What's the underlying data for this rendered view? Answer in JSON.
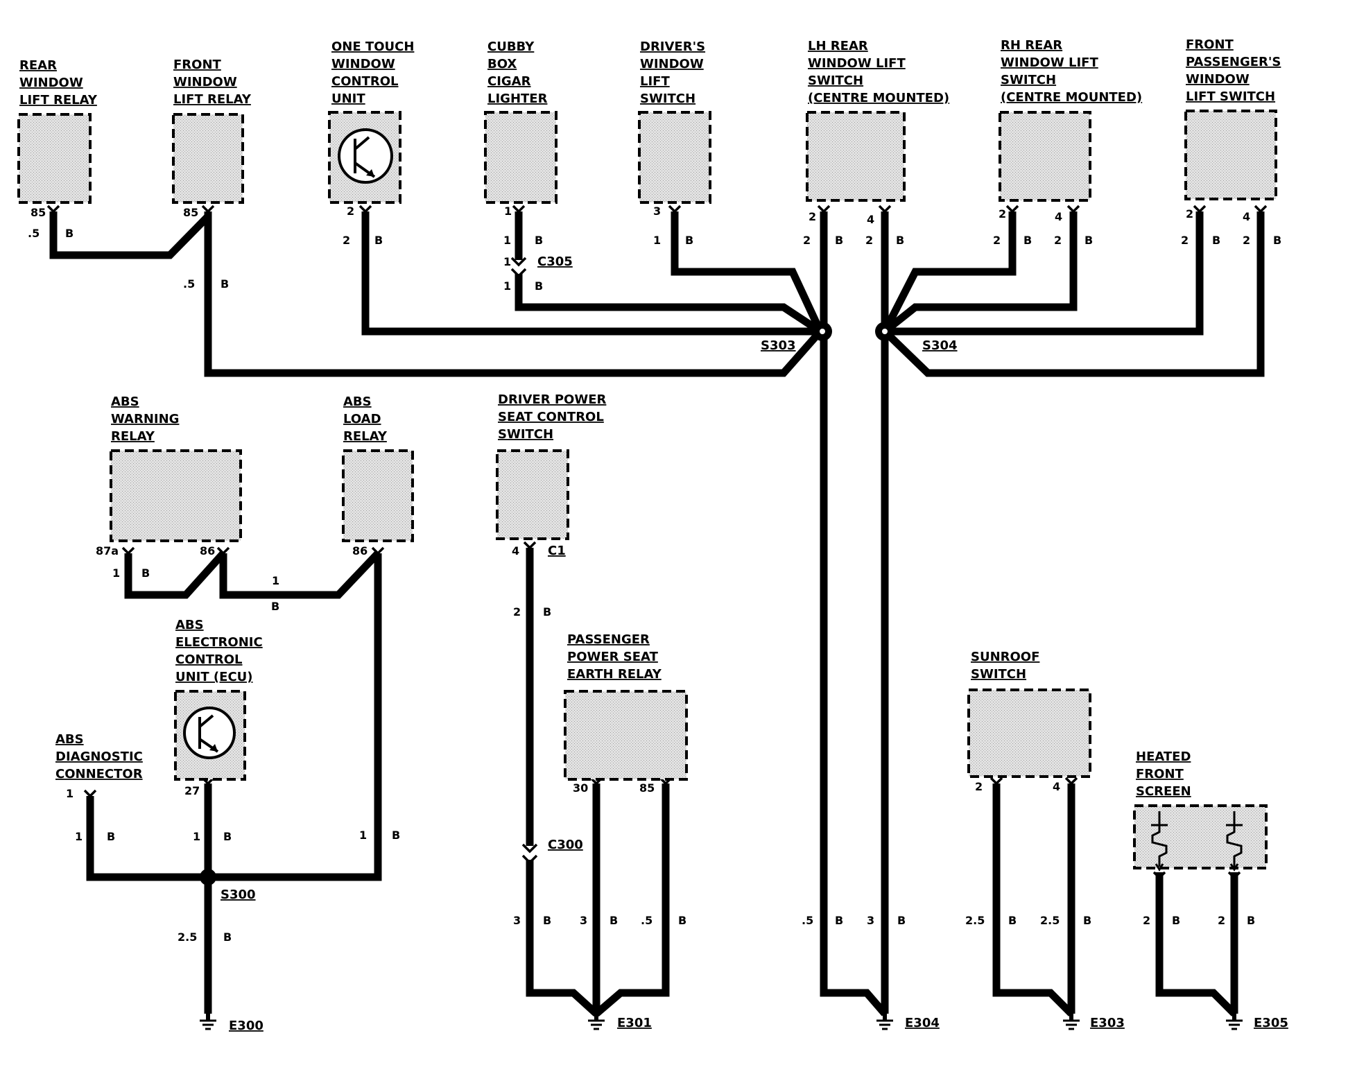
{
  "components": {
    "rear_relay": {
      "lines": [
        "REAR",
        "WINDOW",
        "LIFT RELAY"
      ],
      "pin": "85"
    },
    "front_relay": {
      "lines": [
        "FRONT",
        "WINDOW",
        "LIFT RELAY"
      ],
      "pin": "85"
    },
    "one_touch": {
      "lines": [
        "ONE TOUCH",
        "WINDOW",
        "CONTROL",
        "UNIT"
      ],
      "pin": "2"
    },
    "cubby": {
      "lines": [
        "CUBBY",
        "BOX",
        "CIGAR",
        "LIGHTER"
      ],
      "pin": "1"
    },
    "drivers_switch": {
      "lines": [
        "DRIVER'S",
        "WINDOW",
        "LIFT",
        "SWITCH"
      ],
      "pin": "3"
    },
    "lh_rear": {
      "lines": [
        "LH REAR",
        "WINDOW LIFT",
        "SWITCH",
        "(CENTRE MOUNTED)"
      ],
      "pins": [
        "2",
        "4"
      ]
    },
    "rh_rear": {
      "lines": [
        "RH REAR",
        "WINDOW LIFT",
        "SWITCH",
        "(CENTRE MOUNTED)"
      ],
      "pins": [
        "2",
        "4"
      ]
    },
    "front_pass": {
      "lines": [
        "FRONT",
        "PASSENGER'S",
        "WINDOW",
        "LIFT SWITCH"
      ],
      "pins": [
        "2",
        "4"
      ]
    },
    "abs_warning": {
      "lines": [
        "ABS",
        "WARNING",
        "RELAY"
      ],
      "pins": [
        "87a",
        "86"
      ]
    },
    "abs_load": {
      "lines": [
        "ABS",
        "LOAD",
        "RELAY"
      ],
      "pin": "86"
    },
    "driver_seat": {
      "lines": [
        "DRIVER POWER",
        "SEAT CONTROL",
        "SWITCH"
      ],
      "pin": "4",
      "connector": "C1"
    },
    "abs_ecu": {
      "lines": [
        "ABS",
        "ELECTRONIC",
        "CONTROL",
        "UNIT (ECU)"
      ],
      "pin": "27"
    },
    "abs_diag": {
      "lines": [
        "ABS",
        "DIAGNOSTIC",
        "CONNECTOR"
      ],
      "pin": "1"
    },
    "pass_seat": {
      "lines": [
        "PASSENGER",
        "POWER SEAT",
        "EARTH RELAY"
      ],
      "pins": [
        "30",
        "85"
      ]
    },
    "sunroof": {
      "lines": [
        "SUNROOF",
        "SWITCH"
      ],
      "pins": [
        "2",
        "4"
      ]
    },
    "heated_screen": {
      "lines": [
        "HEATED",
        "FRONT",
        "SCREEN"
      ]
    }
  },
  "wire_labels": {
    "rear_relay_a": [
      ".5",
      "B"
    ],
    "front_relay_a": [
      ".5",
      "B"
    ],
    "one_touch_a": [
      "2",
      "B"
    ],
    "cubby_a": [
      "1",
      "B"
    ],
    "cubby_b": [
      "1",
      "B"
    ],
    "drivers_a": [
      "1",
      "B"
    ],
    "lh2": [
      "2",
      "B"
    ],
    "lh4": [
      "2",
      "B"
    ],
    "rh2": [
      "2",
      "B"
    ],
    "rh4": [
      "2",
      "B"
    ],
    "fp2": [
      "2",
      "B"
    ],
    "fp4": [
      "2",
      "B"
    ],
    "warn_a": [
      "1",
      "B"
    ],
    "warn_load": [
      "1",
      "B"
    ],
    "diag_a": [
      "1",
      "B"
    ],
    "ecu_a": [
      "1",
      "B"
    ],
    "load_a": [
      "1",
      "B"
    ],
    "s300_a": [
      "2.5",
      "B"
    ],
    "dseat_a": [
      "2",
      "B"
    ],
    "dseat_b": [
      "3",
      "B"
    ],
    "ps30": [
      "3",
      "B"
    ],
    "ps85": [
      ".5",
      "B"
    ],
    "s303_down": [
      ".5",
      "B"
    ],
    "s304_down": [
      "3",
      "B"
    ],
    "sun2": [
      "2.5",
      "B"
    ],
    "sun4": [
      "2.5",
      "B"
    ],
    "hs_l": [
      "2",
      "B"
    ],
    "hs_r": [
      "2",
      "B"
    ]
  },
  "connectors": {
    "c305": {
      "label": "C305",
      "pin_top": "1",
      "pin_bottom": "1"
    },
    "c300": {
      "label": "C300"
    }
  },
  "splices": {
    "s303": "S303",
    "s304": "S304",
    "s300": "S300"
  },
  "earths": {
    "e300": "E300",
    "e301": "E301",
    "e304": "E304",
    "e303": "E303",
    "e305": "E305"
  }
}
